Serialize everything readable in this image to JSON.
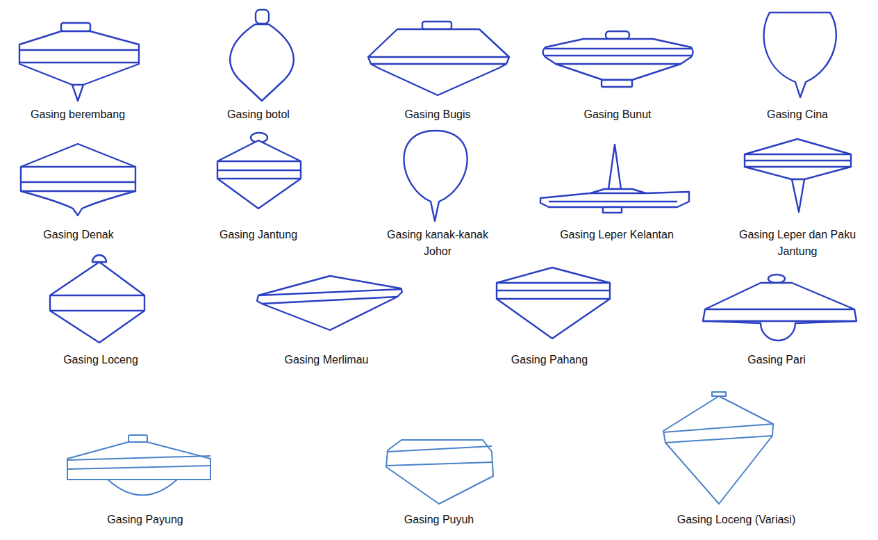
{
  "diagram": {
    "labels": [
      "Gasing berembang",
      "Gasing botol",
      "Gasing Bugis",
      "Gasing Bunut",
      "Gasing Cina",
      "Gasing Denak",
      "Gasing Jantung",
      "Gasing kanak-kanak Johor",
      "Gasing Leper Kelantan",
      "Gasing Leper dan Paku Jantung",
      "Gasing Loceng",
      "Gasing Merlimau",
      "Gasing Pahang",
      "Gasing Pari",
      "Gasing Payung",
      "Gasing Puyuh",
      "Gasing Loceng (Variasi)"
    ]
  }
}
